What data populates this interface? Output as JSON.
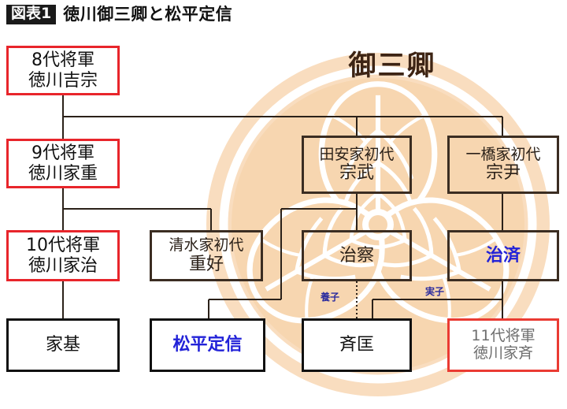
{
  "header": {
    "figure_tag": "図表1",
    "title": "徳川御三卿と松平定信"
  },
  "diagram": {
    "crest_heading": "御三卿",
    "crest_icon": "tokugawa-mon-watermark",
    "accent_colors": {
      "shogun_red": "#e8252b",
      "sanke_brown": "#3b2d22",
      "highlight_blue": "#2222d8",
      "watermark_peach": "#f7d6b0",
      "heading_brown": "#3d2414"
    },
    "nodes": [
      {
        "id": "yoshimune",
        "line1": "8代将軍",
        "line2": "徳川吉宗",
        "style": "red"
      },
      {
        "id": "ieshige",
        "line1": "9代将軍",
        "line2": "徳川家重",
        "style": "red"
      },
      {
        "id": "ieharu",
        "line1": "10代将軍",
        "line2": "徳川家治",
        "style": "red"
      },
      {
        "id": "iemoto",
        "line1": "家基",
        "line2": "",
        "style": "black"
      },
      {
        "id": "munetake",
        "line1": "田安家初代",
        "line2": "宗武",
        "style": "brown"
      },
      {
        "id": "munetada",
        "line1": "一橋家初代",
        "line2": "宗尹",
        "style": "brown"
      },
      {
        "id": "shigeyoshi",
        "line1": "清水家初代",
        "line2": "重好",
        "style": "brown"
      },
      {
        "id": "harusada_ta",
        "line1": "治察",
        "line2": "",
        "style": "brown"
      },
      {
        "id": "harusada",
        "line1": "治済",
        "line2": "",
        "style": "brown-blue"
      },
      {
        "id": "sadanobu",
        "line1": "松平定信",
        "line2": "",
        "style": "black-blue"
      },
      {
        "id": "narimasa",
        "line1": "斉匡",
        "line2": "",
        "style": "black"
      },
      {
        "id": "ienari",
        "line1": "11代将軍",
        "line2": "徳川家斉",
        "style": "red-gray"
      }
    ],
    "relation_labels": [
      {
        "id": "adopted",
        "text": "養子"
      },
      {
        "id": "biological",
        "text": "実子"
      }
    ]
  }
}
